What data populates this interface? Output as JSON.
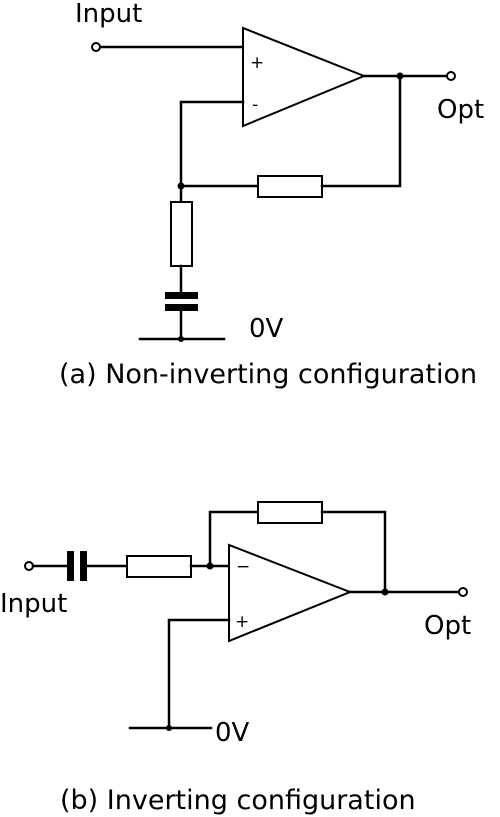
{
  "diagram_a": {
    "input_label": "Input",
    "output_label": "Opt",
    "ground_label": "0V",
    "plus_sign": "+",
    "minus_sign": "-",
    "caption": "(a) Non-inverting configuration"
  },
  "diagram_b": {
    "input_label": "Input",
    "output_label": "Opt",
    "ground_label": "0V",
    "plus_sign": "+",
    "minus_sign": "−",
    "caption": "(b) Inverting configuration"
  }
}
